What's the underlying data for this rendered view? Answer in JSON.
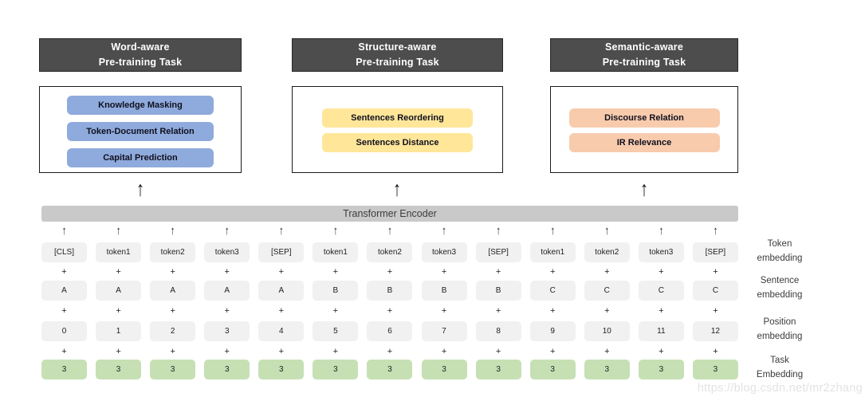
{
  "tasks": [
    {
      "title": [
        "Word-aware",
        "Pre-training Task"
      ],
      "items": [
        "Knowledge Masking",
        "Token-Document Relation",
        "Capital Prediction"
      ],
      "pill_color": "#8FAADC"
    },
    {
      "title": [
        "Structure-aware",
        "Pre-training Task"
      ],
      "items": [
        "Sentences Reordering",
        "Sentences Distance"
      ],
      "pill_color": "#FFE699"
    },
    {
      "title": [
        "Semantic-aware",
        "Pre-training Task"
      ],
      "items": [
        "Discourse Relation",
        "IR Relevance"
      ],
      "pill_color": "#F8CBAD"
    }
  ],
  "encoder": {
    "label": "Transformer Encoder"
  },
  "grid": {
    "arrow": "↑",
    "plus": "+",
    "rows": [
      {
        "id": "token",
        "label": [
          "Token",
          "embedding"
        ],
        "values": [
          "[CLS]",
          "token1",
          "token2",
          "token3",
          "[SEP]",
          "token1",
          "token2",
          "token3",
          "[SEP]",
          "token1",
          "token2",
          "token3",
          "[SEP]"
        ]
      },
      {
        "id": "sentence",
        "label": [
          "Sentence",
          "embedding"
        ],
        "values": [
          "A",
          "A",
          "A",
          "A",
          "A",
          "B",
          "B",
          "B",
          "B",
          "C",
          "C",
          "C",
          "C"
        ]
      },
      {
        "id": "position",
        "label": [
          "Position",
          "embedding"
        ],
        "values": [
          "0",
          "1",
          "2",
          "3",
          "4",
          "5",
          "6",
          "7",
          "8",
          "9",
          "10",
          "11",
          "12"
        ]
      },
      {
        "id": "task",
        "label": [
          "Task",
          "Embedding"
        ],
        "values": [
          "3",
          "3",
          "3",
          "3",
          "3",
          "3",
          "3",
          "3",
          "3",
          "3",
          "3",
          "3",
          "3"
        ]
      }
    ]
  },
  "watermark": "https://blog.csdn.net/mr2zhang",
  "colors": {
    "header_bg": "#4D4D4D",
    "word_pill": "#8FAADC",
    "structure_pill": "#FFE699",
    "semantic_pill": "#F8CBAD",
    "encoder_bar": "#C9C9C9",
    "cell_bg": "#F1F1F2",
    "task_cell_bg": "#C6E0B4"
  }
}
